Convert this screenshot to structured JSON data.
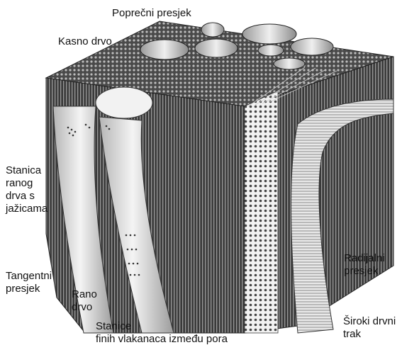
{
  "labels": {
    "poprecni_presjek": "Poprečni presjek",
    "kasno_drvo": "Kasno drvo",
    "stanica_ranog_drva": "Stanica\nranog\ndrva s\njažicama",
    "tangentni_presjek": "Tangentni\npresjek",
    "rano_drvo": "Rano\ndrvo",
    "stanice_vlakanaca": "Stanice\nfinih vlakanaca između pora",
    "radijalni_presjek": "Radijalni\npresjek",
    "siroki_drvni_trak": "Široki drvni\ntrak"
  },
  "colors": {
    "ink": "#111111",
    "wood_dark": "#2b2b2b",
    "wood_mid": "#6b6b6b",
    "wood_light": "#c9c9c9",
    "vessel": "#e6e6e6"
  }
}
